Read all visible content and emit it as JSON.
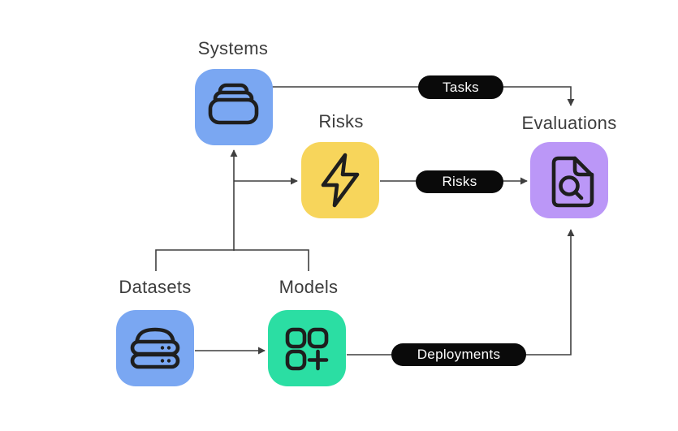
{
  "colors": {
    "canvas-bg": "#ffffff",
    "line": "#3f3f3f",
    "icon-stroke": "#1e1e1e",
    "label-text": "#3c3c3c",
    "pill-bg": "#0a0a0a",
    "pill-text": "#ffffff"
  },
  "nodes": {
    "systems": {
      "label": "Systems",
      "icon": "stack-icon",
      "color": "#7aa7f2"
    },
    "risks": {
      "label": "Risks",
      "icon": "lightning-icon",
      "color": "#f7d55b"
    },
    "evaluations": {
      "label": "Evaluations",
      "icon": "document-search-icon",
      "color": "#bb97f7"
    },
    "datasets": {
      "label": "Datasets",
      "icon": "database-icon",
      "color": "#7aa7f2"
    },
    "models": {
      "label": "Models",
      "icon": "components-icon",
      "color": "#2bdea3"
    }
  },
  "edges": {
    "tasks": {
      "label": "Tasks",
      "from": "systems",
      "to": "evaluations"
    },
    "risks": {
      "label": "Risks",
      "from": "risks",
      "to": "evaluations"
    },
    "deployments": {
      "label": "Deployments",
      "from": "models",
      "to": "evaluations"
    }
  }
}
